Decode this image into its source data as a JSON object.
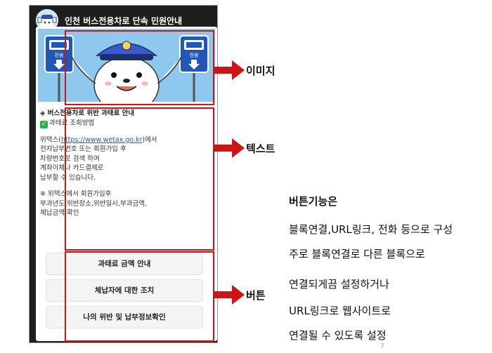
{
  "chat": {
    "title": "인천 버스전용차로 단속 민원안내"
  },
  "card": {
    "image_alt": "bus lane mascot seal",
    "sign_left": "전용",
    "sign_right": "전용",
    "heading": "◈ 버스전용차로 위반 과태료 안내",
    "check_line": "과태료 조회방법",
    "body_prefix": "위택스(",
    "link": "https://www.wetax.go.kr",
    "body_suffix": ")에서",
    "body_lines": [
      "전자납부번호 또는 회원가입 후",
      "차량번호로 검색 하여",
      "계좌이체나 카드결제로",
      "납부할 수 있습니다."
    ],
    "note_lines": [
      "※ 위택스에서 회원가입후",
      "부과년도,위반장소,위반일시,부과금액,",
      "체납금액 확인"
    ],
    "buttons": [
      "과태료 금액 안내",
      "체납자에 대한 조치",
      "나의 위반 및 납부정보확인"
    ]
  },
  "annotations": {
    "image": "이미지",
    "text": "텍스트",
    "button": "버튼"
  },
  "description": {
    "title": "버튼기능은",
    "lines": [
      "블록연결,URL링크, 전화 등으로 구성",
      "주로 블록연결로 다른 블록으로",
      "연결되게끔 설정하거나",
      "URL링크로 웹사이트로",
      "연결될 수 있도록 설정"
    ]
  },
  "page_number": "7",
  "colors": {
    "annotation_red": "#cc1515",
    "link_blue": "#1b5fb8",
    "image_bg": "#8fc8ef"
  }
}
